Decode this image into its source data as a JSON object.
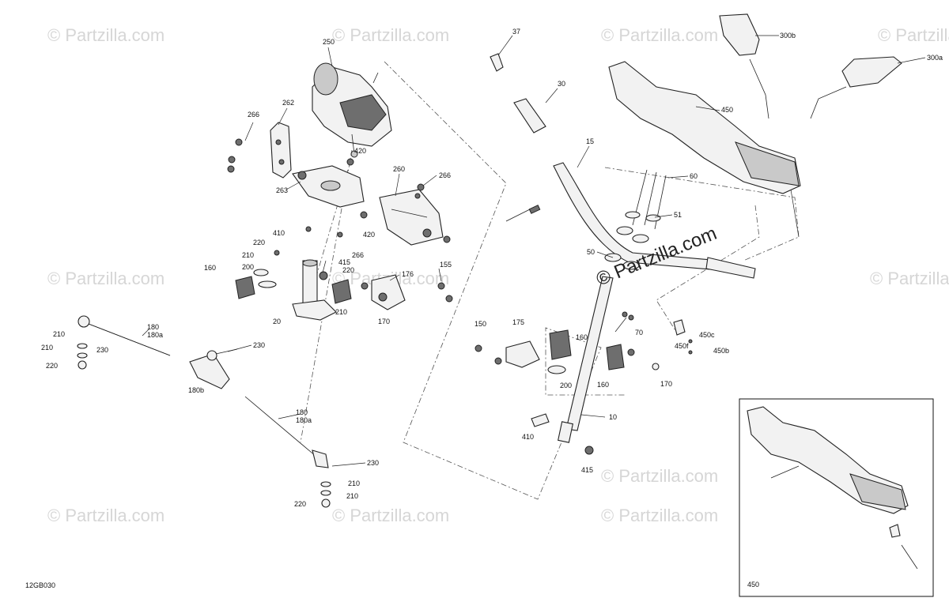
{
  "diagram": {
    "code": "12GB030",
    "brand_watermark": "© Partzilla.com",
    "repeated_watermark": "© Partzilla.com",
    "inset_label": "450",
    "callouts": {
      "c250": "250",
      "c262": "262",
      "c266a": "266",
      "c263": "263",
      "c420a": "420",
      "c260": "260",
      "c266b": "266",
      "c420b": "420",
      "c410a": "410",
      "c266c": "266",
      "c220a": "220",
      "c210a": "210",
      "c415a": "415",
      "c220b": "220",
      "c200a": "200",
      "c160a": "160",
      "c20": "20",
      "c210b": "210",
      "c155": "155",
      "c176": "176",
      "c170a": "170",
      "c37": "37",
      "c30": "30",
      "c450": "450",
      "c300b": "300b",
      "c300a": "300a",
      "c15": "15",
      "c60": "60",
      "c51": "51",
      "c50": "50",
      "c70": "70",
      "c450c": "450c",
      "c450f": "450f",
      "c450b": "450b",
      "c150": "150",
      "c175": "175",
      "c160b": "160",
      "c160c": "160",
      "c200b": "200",
      "c170b": "170",
      "c10": "10",
      "c410b": "410",
      "c415b": "415",
      "c180a": "180",
      "c180a2": "180a",
      "c210c": "210",
      "c210d": "210",
      "c220c": "220",
      "c230a": "230",
      "c230b": "230",
      "c180b": "180b",
      "c180c": "180",
      "c180a3": "180a",
      "c230c": "230",
      "c210e": "210",
      "c210f": "210",
      "c220d": "220"
    }
  }
}
